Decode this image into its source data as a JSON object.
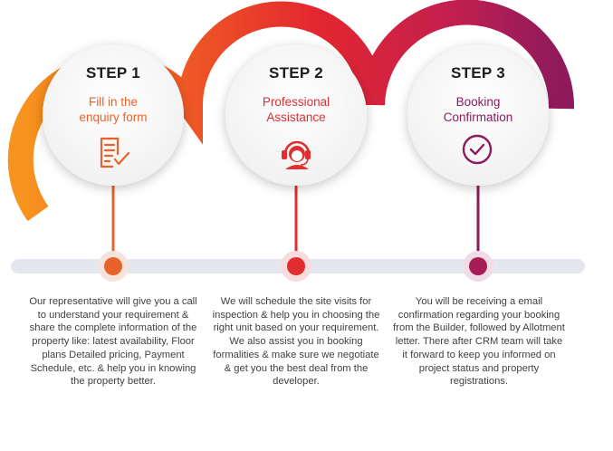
{
  "steps": [
    {
      "number": "STEP 1",
      "title_line1": "Fill in the",
      "title_line2": "enquiry form",
      "icon": "form-checklist-icon",
      "color": "#e8632b",
      "description": "Our representative will give you a call to understand your requirement & share the complete information of the property like: latest availability, Floor plans Detailed pricing, Payment Schedule, etc. & help you in knowing the property better."
    },
    {
      "number": "STEP 2",
      "title_line1": "Professional",
      "title_line2": "Assistance",
      "icon": "support-agent-icon",
      "color": "#e02e2e",
      "description": "We will schedule the site visits for inspection & help you in choosing the right unit based on your requirement. We also assist you in booking formalities & make sure we negotiate & get you the best deal from the developer."
    },
    {
      "number": "STEP 3",
      "title_line1": "Booking",
      "title_line2": "Confirmation",
      "icon": "check-circle-icon",
      "color": "#8e1a5c",
      "description": "You will be receiving a email confirmation regarding your booking from the Builder, followed by Allotment letter. There after CRM team will take it forward to keep you informed on project status and property registrations."
    }
  ]
}
